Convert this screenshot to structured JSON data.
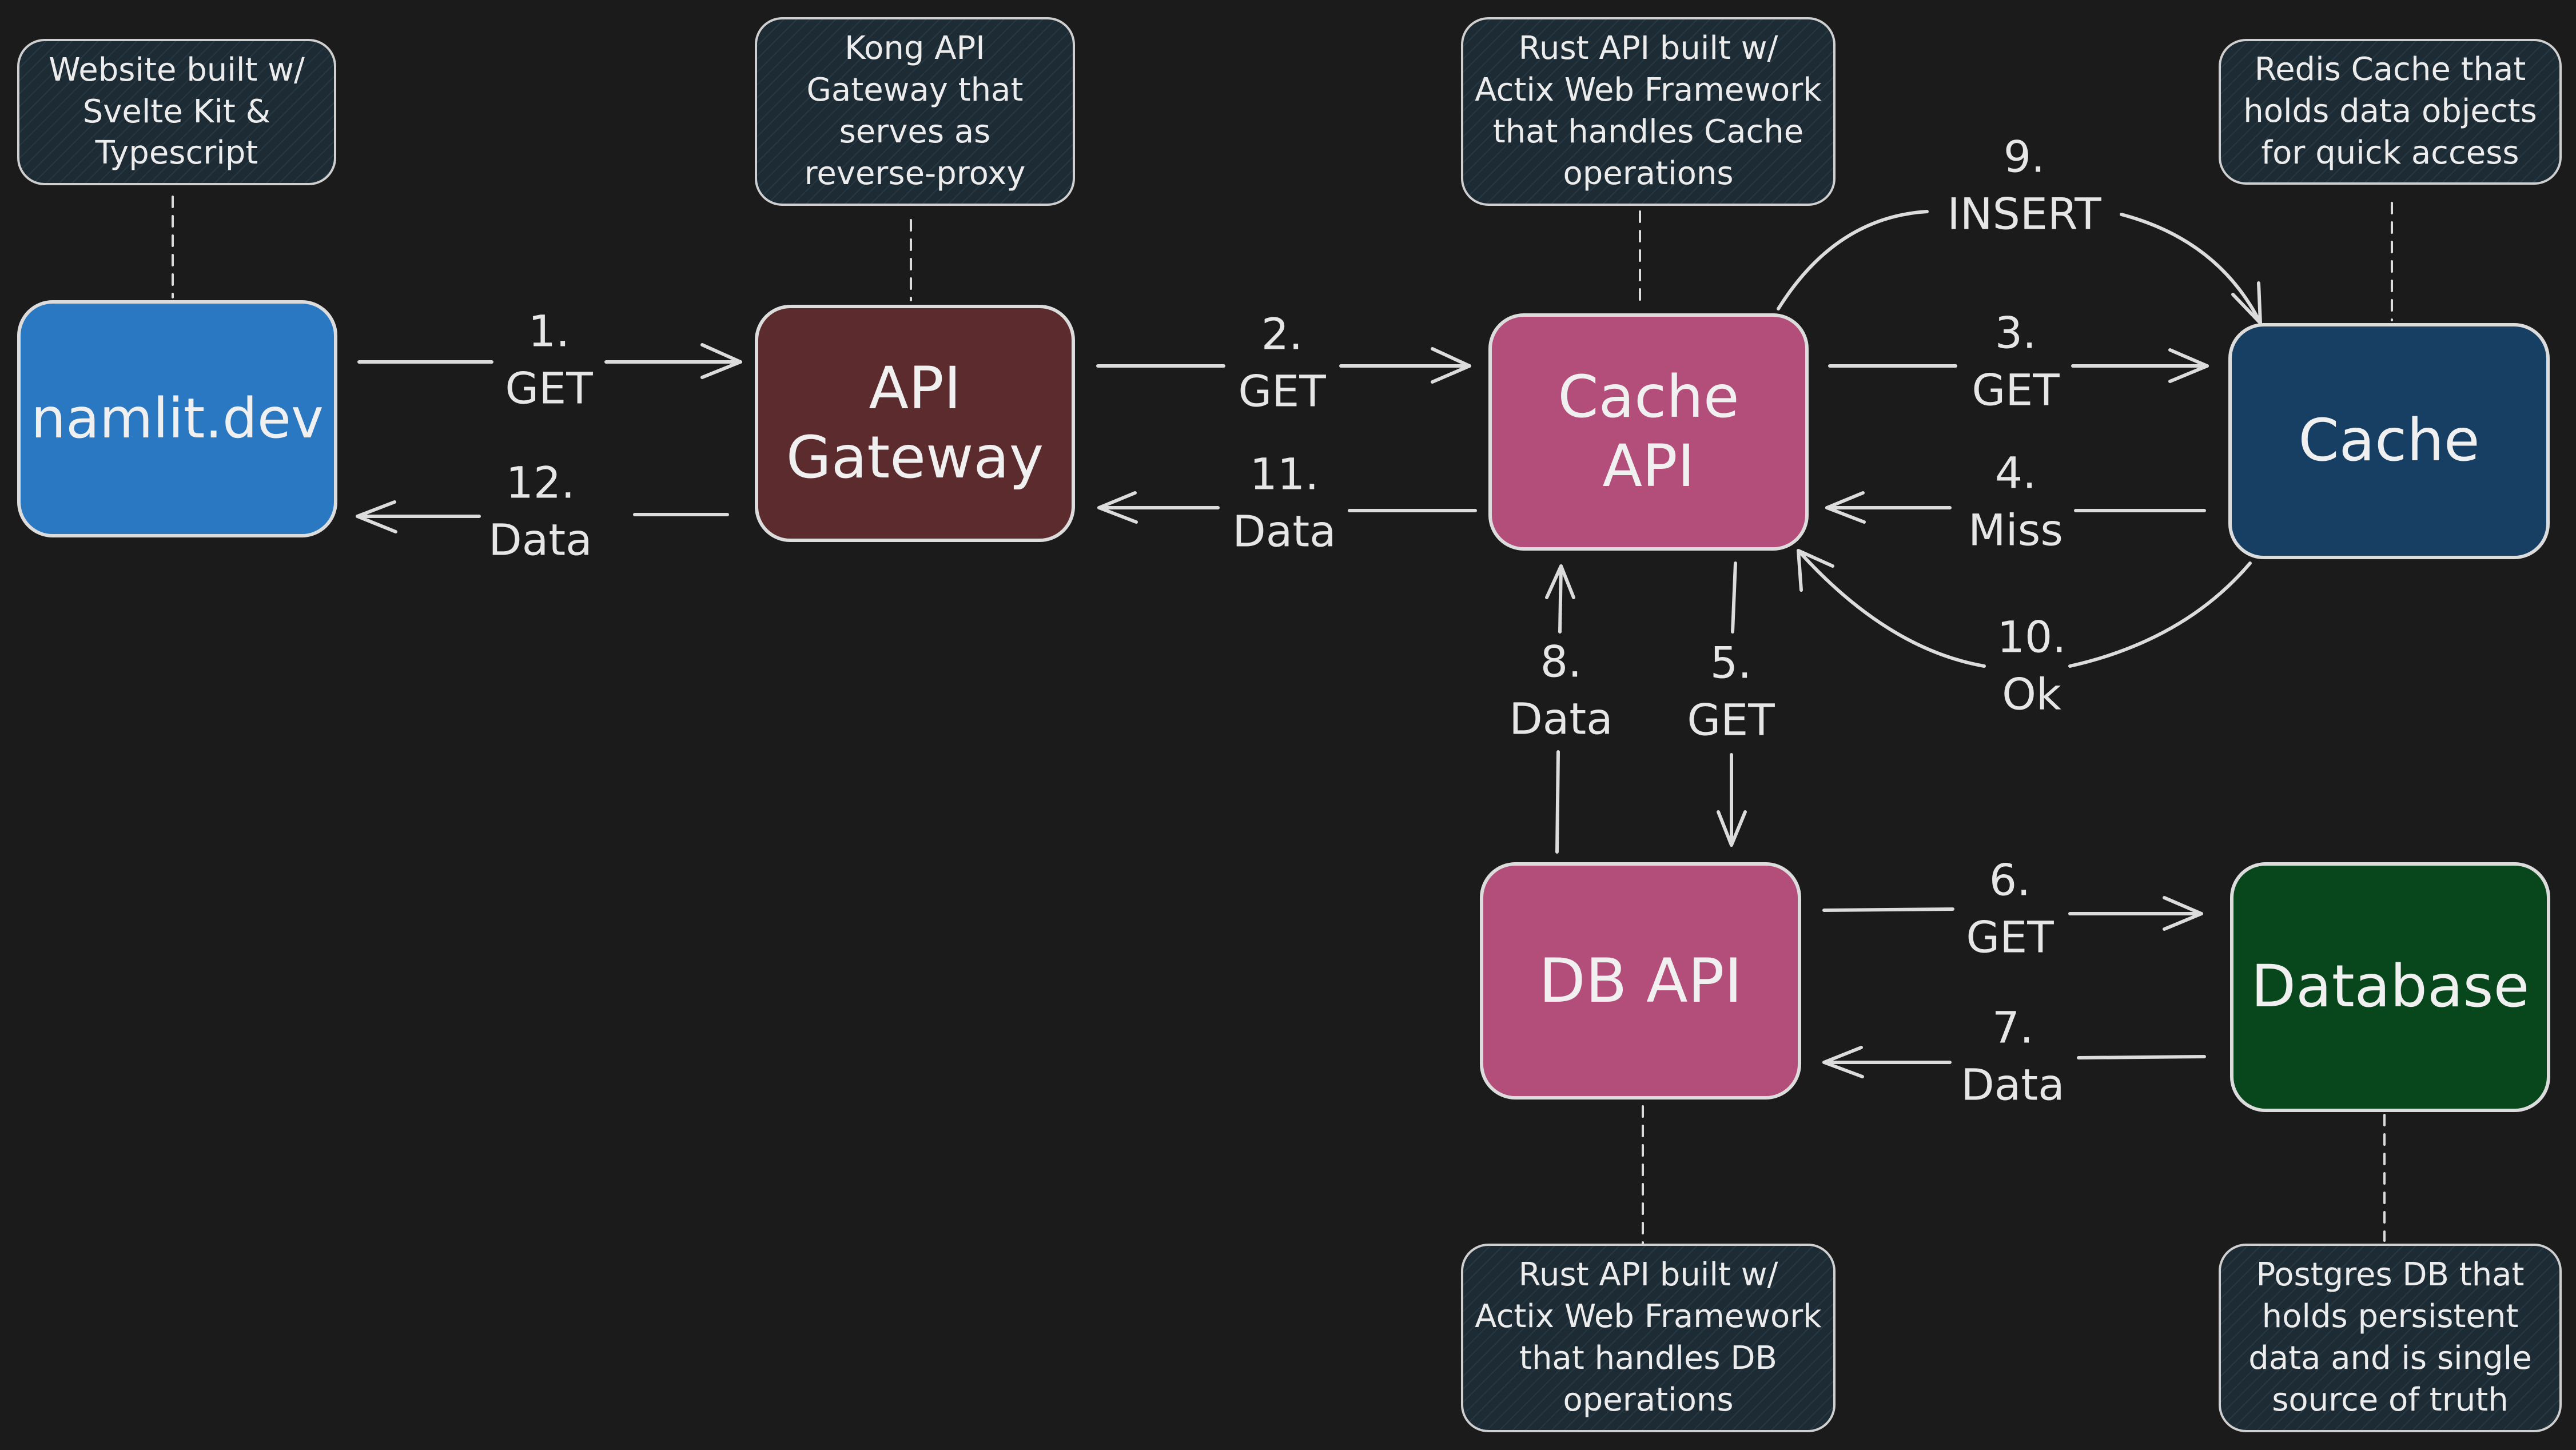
{
  "colors": {
    "background": "#1b1b1b",
    "namlit": "#2b78c2",
    "gateway": "#5c2b2d",
    "cache_api": "#b24e79",
    "db_api": "#b24e79",
    "cache": "#173e63",
    "database": "#08461b",
    "note": "#1d2b35",
    "stroke": "#dcdcdc"
  },
  "nodes": {
    "namlit": "namlit.dev",
    "gateway": "API\nGateway",
    "cache_api": "Cache\nAPI",
    "cache": "Cache",
    "db_api": "DB API",
    "database": "Database"
  },
  "notes": {
    "namlit": "Website built w/\nSvelte Kit &\nTypescript",
    "gateway": "Kong API\nGateway that\nserves as\nreverse-proxy",
    "cache_api": "Rust API built w/\nActix Web Framework\nthat handles Cache\noperations",
    "cache": "Redis Cache that\nholds data objects\nfor quick access",
    "db_api": "Rust API built w/\nActix Web Framework\nthat handles DB\noperations",
    "database": "Postgres DB that\nholds persistent\ndata and is single\nsource of truth"
  },
  "edges": {
    "e1": {
      "num": "1.",
      "text": "GET"
    },
    "e2": {
      "num": "2.",
      "text": "GET"
    },
    "e3": {
      "num": "3.",
      "text": "GET"
    },
    "e4": {
      "num": "4.",
      "text": "Miss"
    },
    "e5": {
      "num": "5.",
      "text": "GET"
    },
    "e6": {
      "num": "6.",
      "text": "GET"
    },
    "e7": {
      "num": "7.",
      "text": "Data"
    },
    "e8": {
      "num": "8.",
      "text": "Data"
    },
    "e9": {
      "num": "9.",
      "text": "INSERT"
    },
    "e10": {
      "num": "10.",
      "text": "Ok"
    },
    "e11": {
      "num": "11.",
      "text": "Data"
    },
    "e12": {
      "num": "12.",
      "text": "Data"
    }
  }
}
